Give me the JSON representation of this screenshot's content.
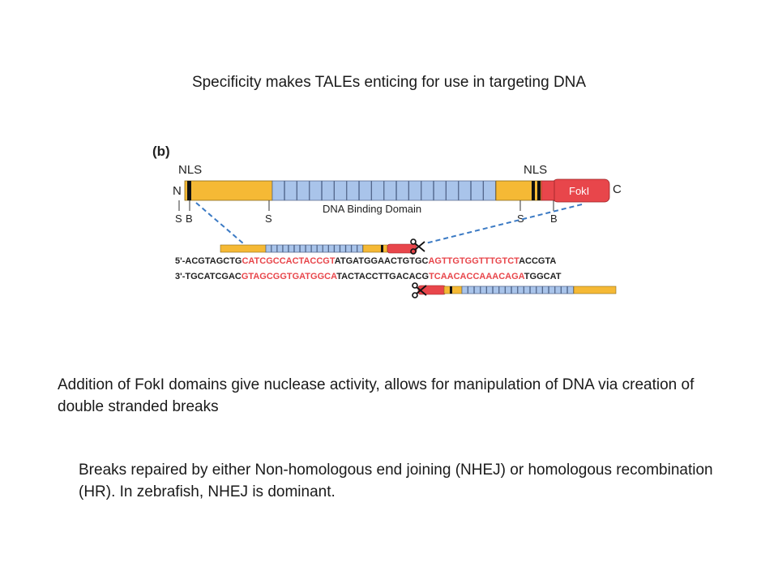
{
  "slide": {
    "title": "Specificity makes TALEs enticing for use in targeting DNA",
    "paragraph1": "Addition of FokI domains give nuclease activity, allows for manipulation of DNA via creation of double stranded breaks",
    "paragraph2": "Breaks repaired by either Non-homologous end joining (NHEJ) or homologous recombination (HR). In zebrafish, NHEJ is dominant."
  },
  "figure": {
    "panel_label": "(b)",
    "nls_left": "NLS",
    "nls_right": "NLS",
    "n_label": "N",
    "c_label": "C",
    "foki_label": "FokI",
    "domain_label": "DNA Binding Domain",
    "marker_s1": "S",
    "marker_b1": "B",
    "marker_s2": "S",
    "marker_s3": "S",
    "marker_b2": "B",
    "top_prefix": "5'-",
    "top_seq_1": "ACGTAGCTG",
    "top_seq_2": "CATCGCCACTACCGT",
    "top_seq_3": "ATGATGGAACTGTGC",
    "top_seq_4": "AGTTGTGGTTTGTCT",
    "top_seq_5": "ACCGTA",
    "bottom_prefix": "3'-",
    "bottom_seq_1": "TGCATCGAC",
    "bottom_seq_2": "GTAGCGGTGATGGCA",
    "bottom_seq_3": "TACTACCTTGACACG",
    "bottom_seq_4": "TCAACACCAAACAGA",
    "bottom_seq_5": "TGGCAT",
    "colors": {
      "orange": "#f5b935",
      "blue": "#a9c4ea",
      "red": "#e8464b",
      "dashed": "#3b7ac4",
      "seq_red": "#e8464b"
    }
  }
}
